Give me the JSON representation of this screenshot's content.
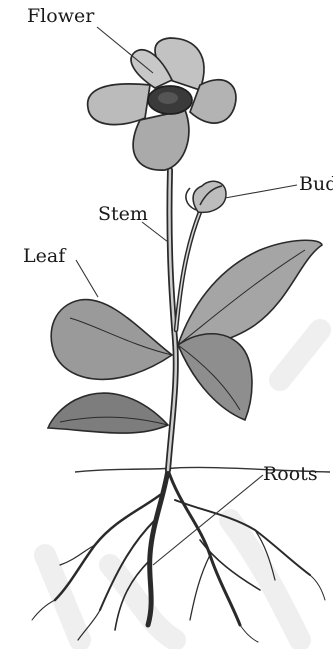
{
  "diagram": {
    "labels": {
      "flower": "Flower",
      "bud": "Bud",
      "stem": "Stem",
      "leaf": "Leaf",
      "roots": "Roots"
    }
  }
}
